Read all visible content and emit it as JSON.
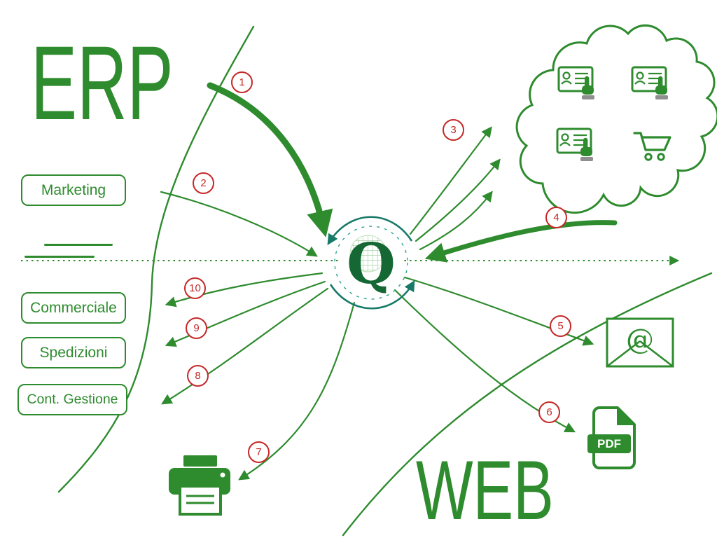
{
  "titles": {
    "erp": "ERP",
    "web": "WEB"
  },
  "hub": {
    "letter": "Q"
  },
  "modules": [
    {
      "label": "Marketing"
    },
    {
      "label": "Commerciale"
    },
    {
      "label": "Spedizioni"
    },
    {
      "label": "Cont. Gestione"
    }
  ],
  "flows": [
    "1",
    "2",
    "3",
    "4",
    "5",
    "6",
    "7",
    "8",
    "9",
    "10"
  ],
  "icons": {
    "pdf_label": "PDF",
    "email_at": "@",
    "cloud": "cloud-shape",
    "contact_cards_count": 3,
    "cart": "shopping-cart-icon",
    "email": "email-envelope-icon",
    "pdf": "pdf-file-icon",
    "printer": "printer-icon",
    "hub": "sync-hub-icon"
  },
  "colors": {
    "green": "#2e8b2e",
    "teal": "#177a68",
    "dark_green": "#156734",
    "red": "#c62828",
    "gray": "#8f8f8f"
  }
}
